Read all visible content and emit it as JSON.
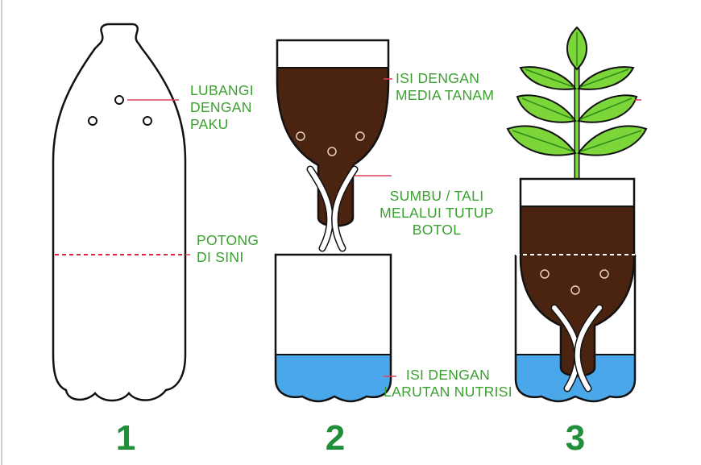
{
  "labels": {
    "lubangi": [
      "LUBANGI",
      "DENGAN",
      "PAKU"
    ],
    "potong": [
      "POTONG",
      "DI SINI"
    ],
    "isi_media": [
      "ISI DENGAN",
      "MEDIA TANAM"
    ],
    "sumbu": [
      "SUMBU / TALI",
      "MELALUI TUTUP",
      "BOTOL"
    ],
    "isi_nutrisi": [
      "ISI DENGAN",
      "LARUTAN NUTRISI"
    ]
  },
  "steps": [
    "1",
    "2",
    "3"
  ],
  "colors": {
    "label_text": "#3aa02f",
    "step_number": "#1f8f3a",
    "soil": "#4a2410",
    "water": "#49a7ea",
    "leaf": "#7cd63a",
    "leaf_dark": "#2f8a1c",
    "pointer_line": "#e0405a",
    "cut_line": "#d8283a",
    "outline": "#111111"
  }
}
